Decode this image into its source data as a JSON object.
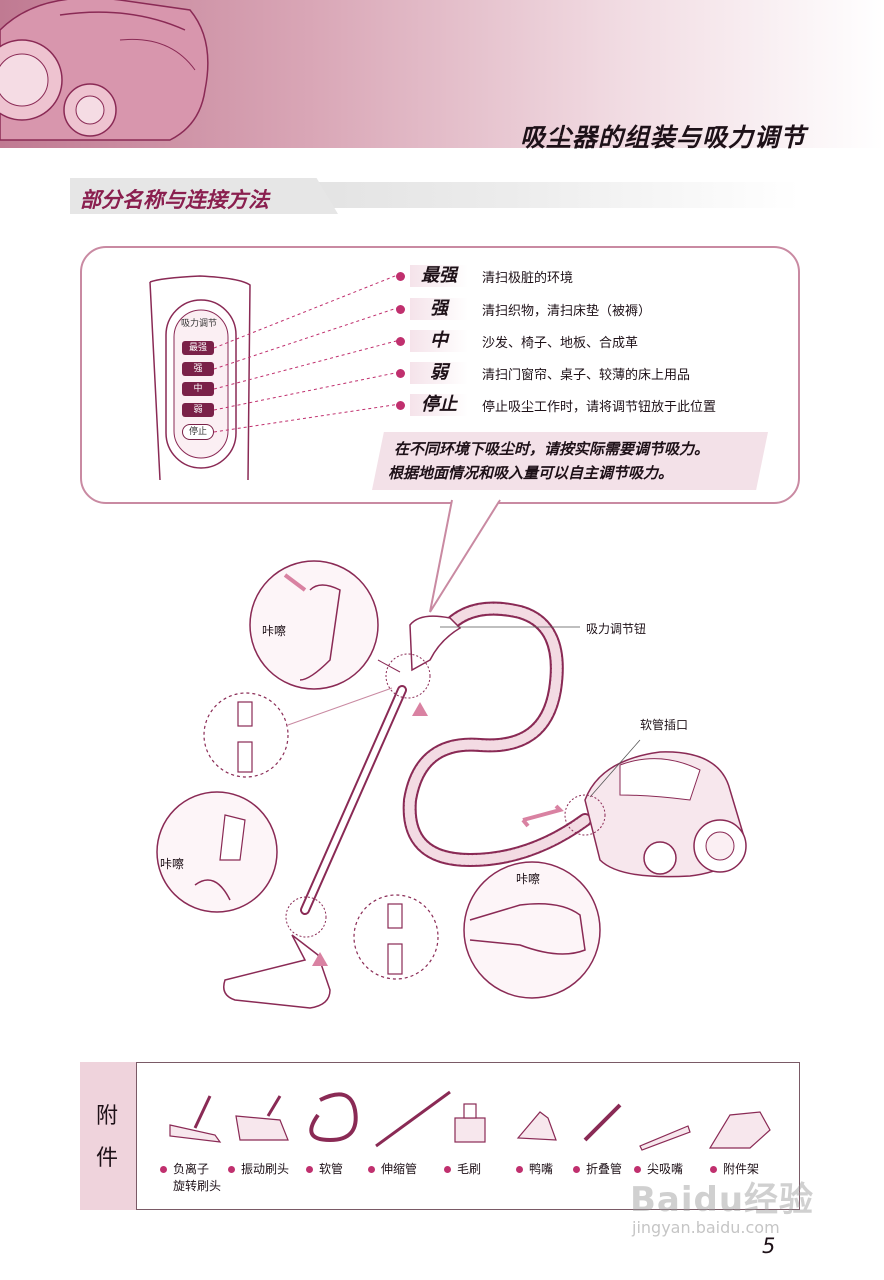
{
  "header": {
    "title": "吸尘器的组装与吸力调节"
  },
  "section": {
    "title": "部分名称与连接方法"
  },
  "suction_panel": {
    "switch_title": "吸力调节",
    "buttons": [
      "最强",
      "强",
      "中",
      "弱",
      "停止"
    ],
    "levels": [
      {
        "name": "最强",
        "desc": "清扫极脏的环境"
      },
      {
        "name": "强",
        "desc": "清扫织物，清扫床垫（被褥）"
      },
      {
        "name": "中",
        "desc": "沙发、椅子、地板、合成革"
      },
      {
        "name": "弱",
        "desc": "清扫门窗帘、桌子、较薄的床上用品"
      },
      {
        "name": "停止",
        "desc": "停止吸尘工作时，请将调节钮放于此位置"
      }
    ],
    "note": [
      "在不同环境下吸尘时，请按实际需要调节吸力。",
      "根据地面情况和吸入量可以自主调节吸力。"
    ]
  },
  "callouts": {
    "suction_knob": "吸力调节钮",
    "hose_port": "软管插口",
    "click_1": "咔嚓",
    "click_2": "咔嚓",
    "click_3": "咔嚓"
  },
  "accessories": {
    "title_1": "附",
    "title_2": "件",
    "items": [
      {
        "label": "负离子",
        "label2": "旋转刷头"
      },
      {
        "label": "振动刷头"
      },
      {
        "label": "软管"
      },
      {
        "label": "伸缩管"
      },
      {
        "label": "毛刷"
      },
      {
        "label": "鸭嘴"
      },
      {
        "label": "折叠管"
      },
      {
        "label": "尖吸嘴"
      },
      {
        "label": "附件架"
      }
    ]
  },
  "page_number": "5",
  "watermark": {
    "logo": "Baidu经验",
    "url": "jingyan.baidu.com"
  },
  "colors": {
    "accent": "#c0306e",
    "header_band": "#c07a92",
    "outline": "#8a2a55"
  }
}
